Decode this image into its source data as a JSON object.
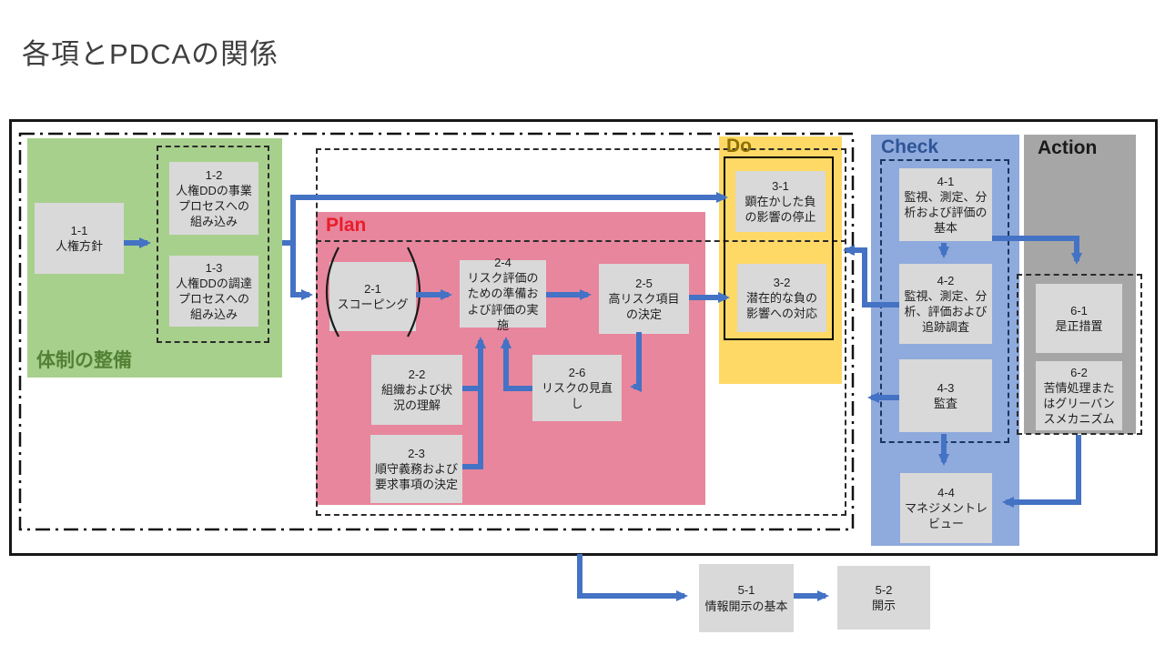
{
  "title": "各項とPDCAの関係",
  "sections": {
    "setup": {
      "label": "体制の整備",
      "color": "#a8d08d",
      "label_color": "#538135"
    },
    "plan": {
      "label": "Plan",
      "color": "#e8869d",
      "label_color": "#e91d2c"
    },
    "do": {
      "label": "Do",
      "color": "#ffd966",
      "label_color": "#8f7000"
    },
    "check": {
      "label": "Check",
      "color": "#8faadc",
      "label_color": "#2f5597"
    },
    "action": {
      "label": "Action",
      "color": "#a6a6a6",
      "label_color": "#1a1a1a"
    }
  },
  "nodes": {
    "1-1": {
      "id": "1-1",
      "label": "人権方針"
    },
    "1-2": {
      "id": "1-2",
      "label": "人権DDの事業プロセスへの組み込み"
    },
    "1-3": {
      "id": "1-3",
      "label": "人権DDの調達プロセスへの組み込み"
    },
    "2-1": {
      "id": "2-1",
      "label": "スコーピング"
    },
    "2-2": {
      "id": "2-2",
      "label": "組織および状況の理解"
    },
    "2-3": {
      "id": "2-3",
      "label": "順守義務および要求事項の決定"
    },
    "2-4": {
      "id": "2-4",
      "label": "リスク評価のための準備および評価の実施"
    },
    "2-5": {
      "id": "2-5",
      "label": "高リスク項目の決定"
    },
    "2-6": {
      "id": "2-6",
      "label": "リスクの見直し"
    },
    "3-1": {
      "id": "3-1",
      "label": "顕在かした負の影響の停止"
    },
    "3-2": {
      "id": "3-2",
      "label": "潜在的な負の影響への対応"
    },
    "4-1": {
      "id": "4-1",
      "label": "監視、測定、分析および評価の基本"
    },
    "4-2": {
      "id": "4-2",
      "label": "監視、測定、分析、評価および追跡調査"
    },
    "4-3": {
      "id": "4-3",
      "label": "監査"
    },
    "4-4": {
      "id": "4-4",
      "label": "マネジメントレビュー"
    },
    "5-1": {
      "id": "5-1",
      "label": "情報開示の基本"
    },
    "5-2": {
      "id": "5-2",
      "label": "開示"
    },
    "6-1": {
      "id": "6-1",
      "label": "是正措置"
    },
    "6-2": {
      "id": "6-2",
      "label": "苦情処理またはグリーバンスメカニズム"
    }
  },
  "connector_color": "#4472c4",
  "node_fill": "#d9d9d9"
}
